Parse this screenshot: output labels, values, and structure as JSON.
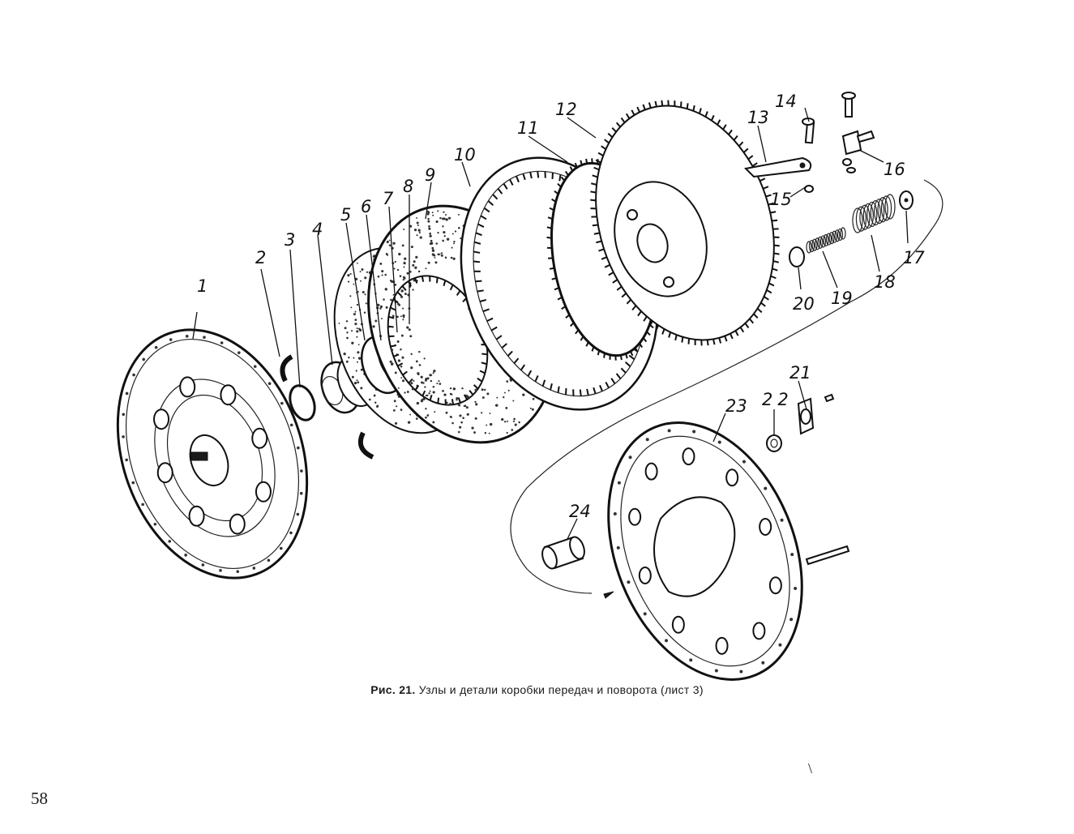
{
  "figure": {
    "caption_prefix": "Рис. 21.",
    "caption_text": "Узлы и детали коробки передач и поворота (лист 3)",
    "part_labels": [
      "1",
      "2",
      "3",
      "4",
      "5",
      "6",
      "7",
      "8",
      "9",
      "10",
      "11",
      "12",
      "13",
      "14",
      "15",
      "16",
      "17",
      "18",
      "19",
      "20",
      "21",
      "22",
      "23",
      "24"
    ]
  },
  "page": {
    "number": "58",
    "stray_mark": "\\"
  }
}
